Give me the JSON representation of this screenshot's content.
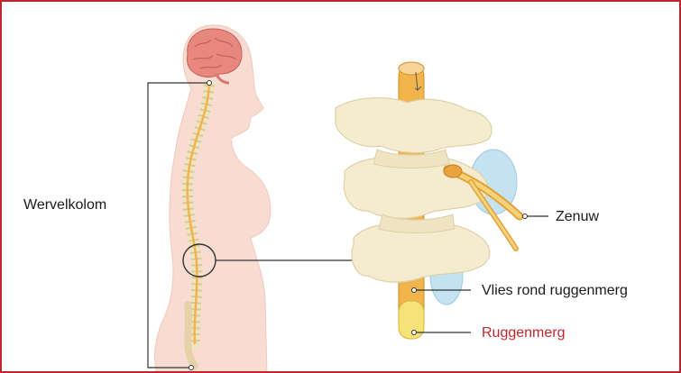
{
  "labels": {
    "wervelkolom": "Wervelkolom",
    "zenuw": "Zenuw",
    "vlies": "Vlies rond ruggenmerg",
    "ruggenmerg": "Ruggenmerg"
  },
  "colors": {
    "border": "#c0272d",
    "body_skin": "#f8dcd2",
    "brain": "#e8877d",
    "bone": "#f5ecd0",
    "spinal_cord": "#f0b44a",
    "membrane": "#c4e2ef",
    "accent_label": "#c0272d"
  }
}
